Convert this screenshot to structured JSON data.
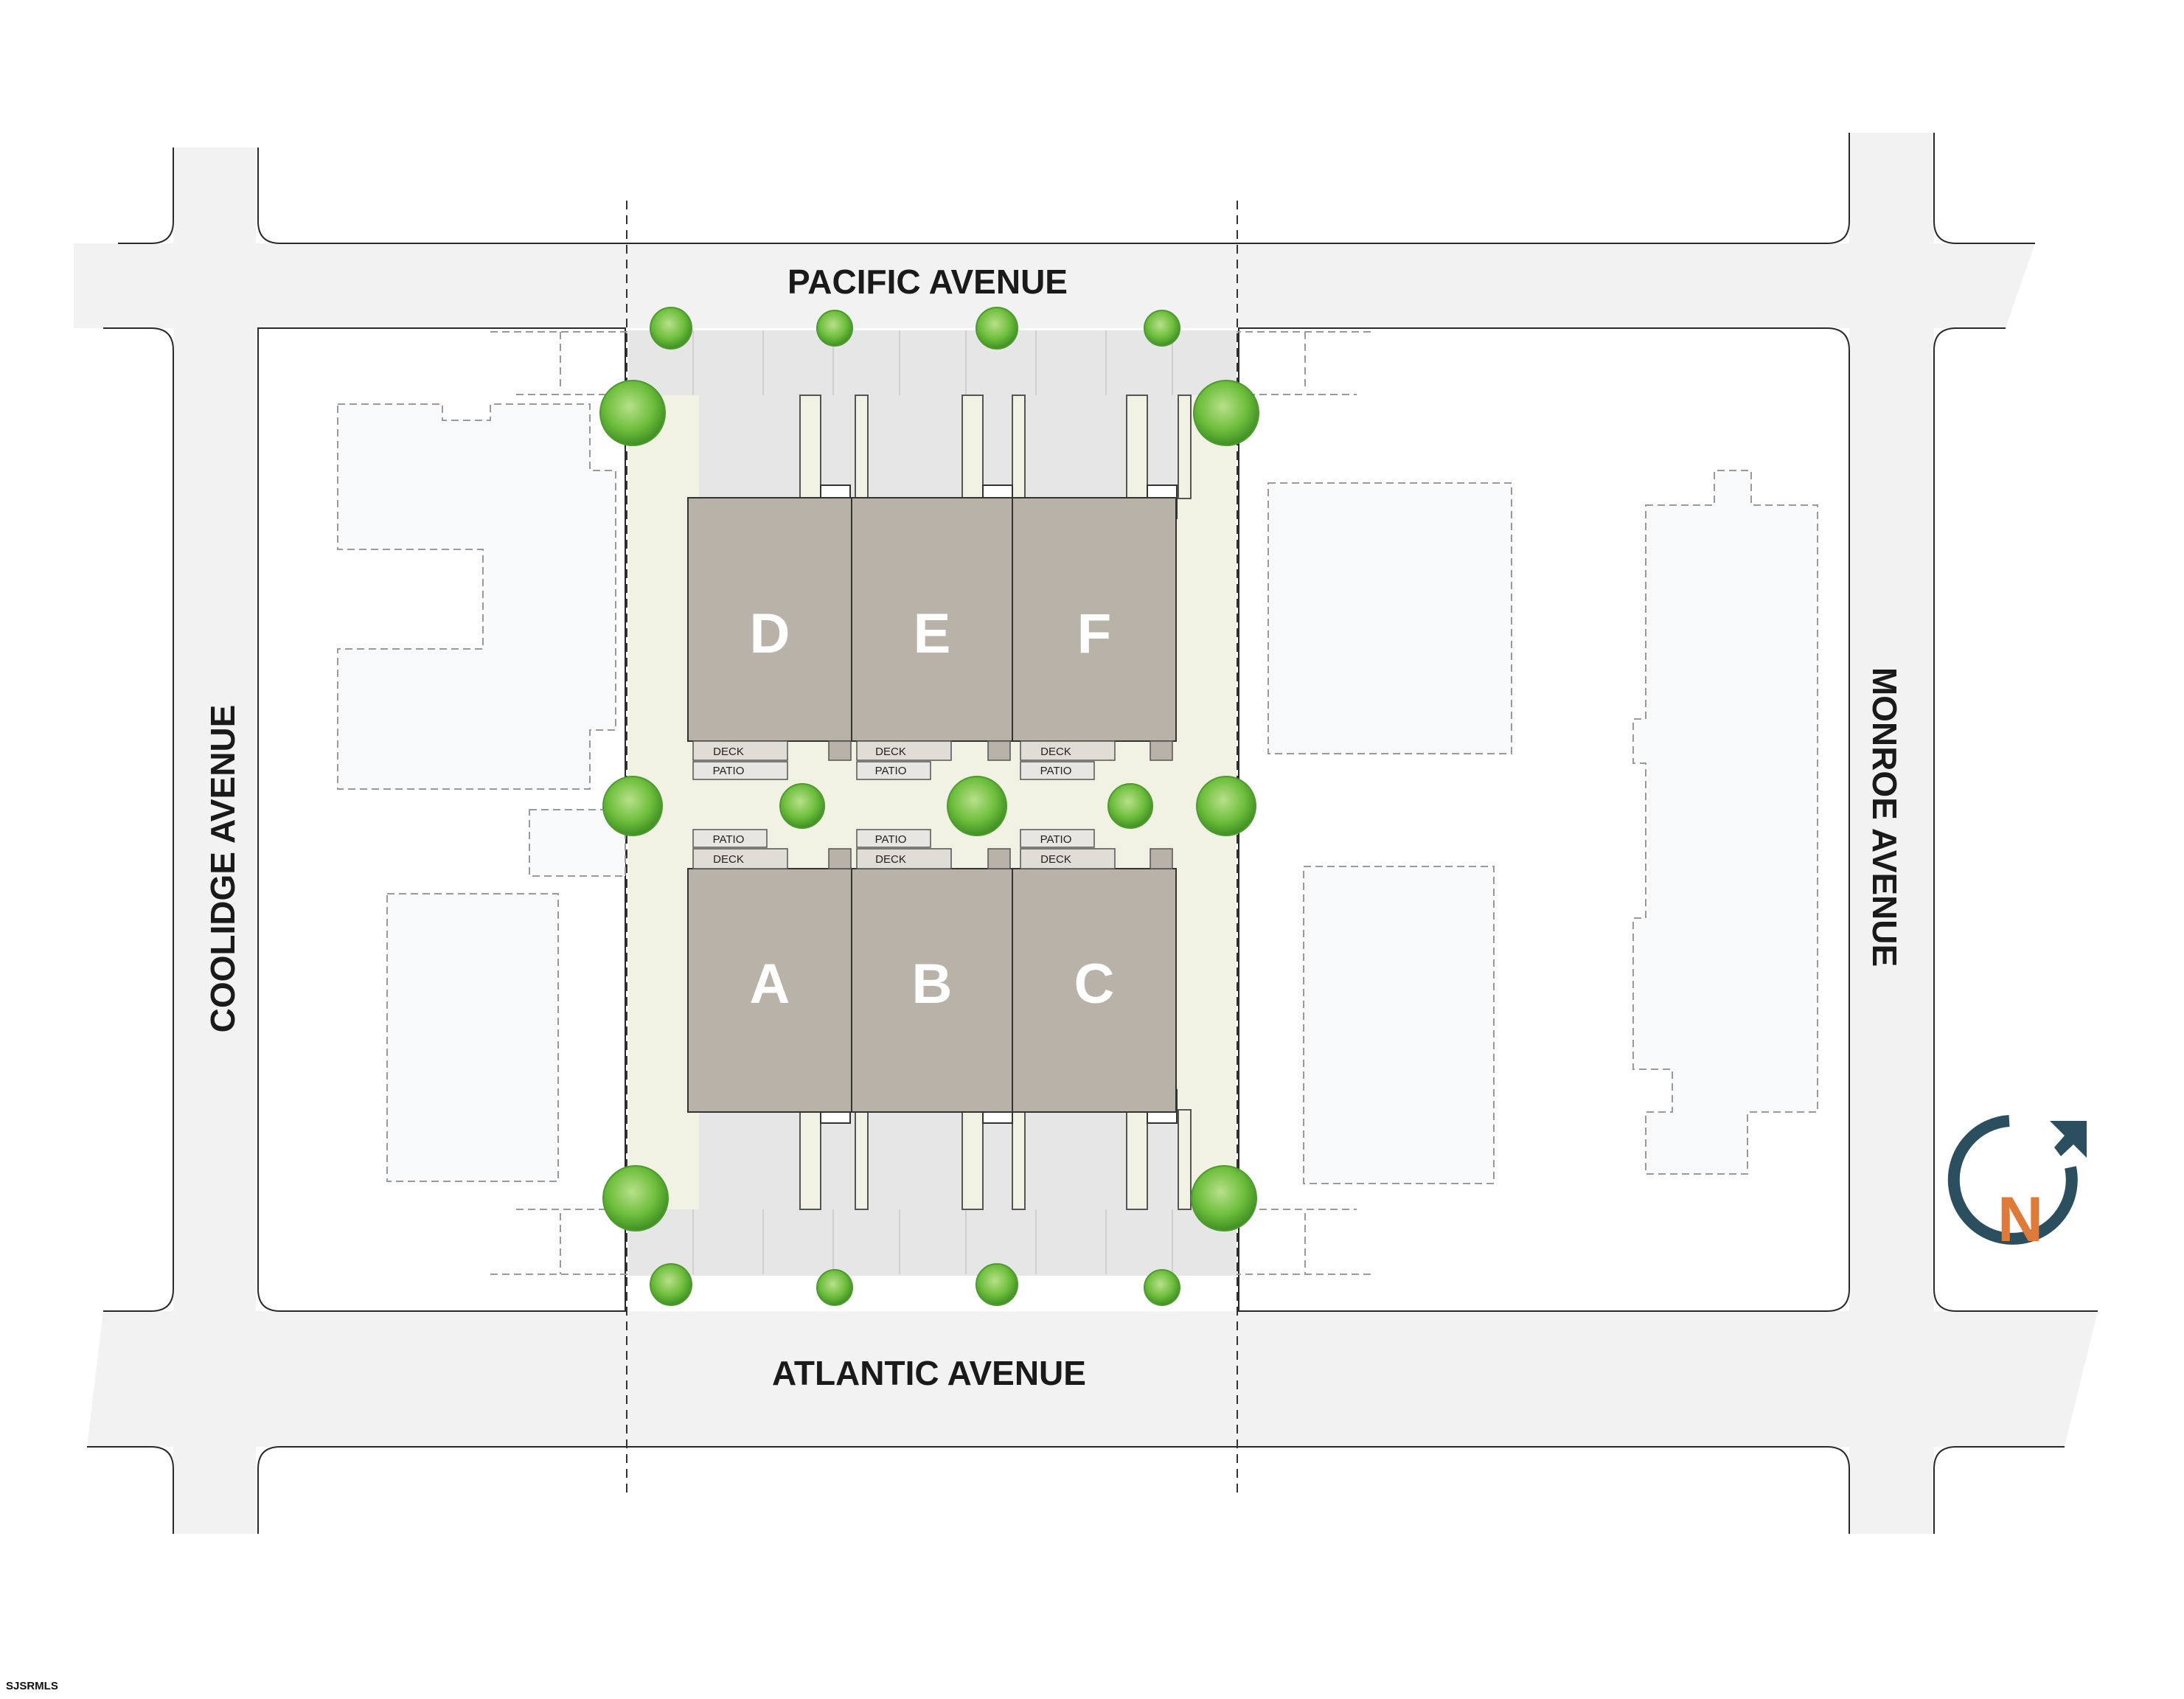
{
  "streets": {
    "north": "PACIFIC AVENUE",
    "south": "ATLANTIC AVENUE",
    "west": "COOLIDGE AVENUE",
    "east": "MONROE AVENUE"
  },
  "units": {
    "north_row": [
      "D",
      "E",
      "F"
    ],
    "south_row": [
      "A",
      "B",
      "C"
    ]
  },
  "outdoor_labels": {
    "deck": "DECK",
    "patio": "PATIO"
  },
  "north_arrow": {
    "letter": "N",
    "ring_color": "#2b4f5e",
    "letter_color": "#e07a3a"
  },
  "colors": {
    "street": "#f2f2f3",
    "block": "#ffffff",
    "building_fill": "#b8b2a9",
    "courtyard": "#f1f1e4",
    "parking": "#e6e6e6",
    "tree": "#6fbf3e",
    "neighbor": "#f8f9fa"
  },
  "credit": "SJSRMLS"
}
